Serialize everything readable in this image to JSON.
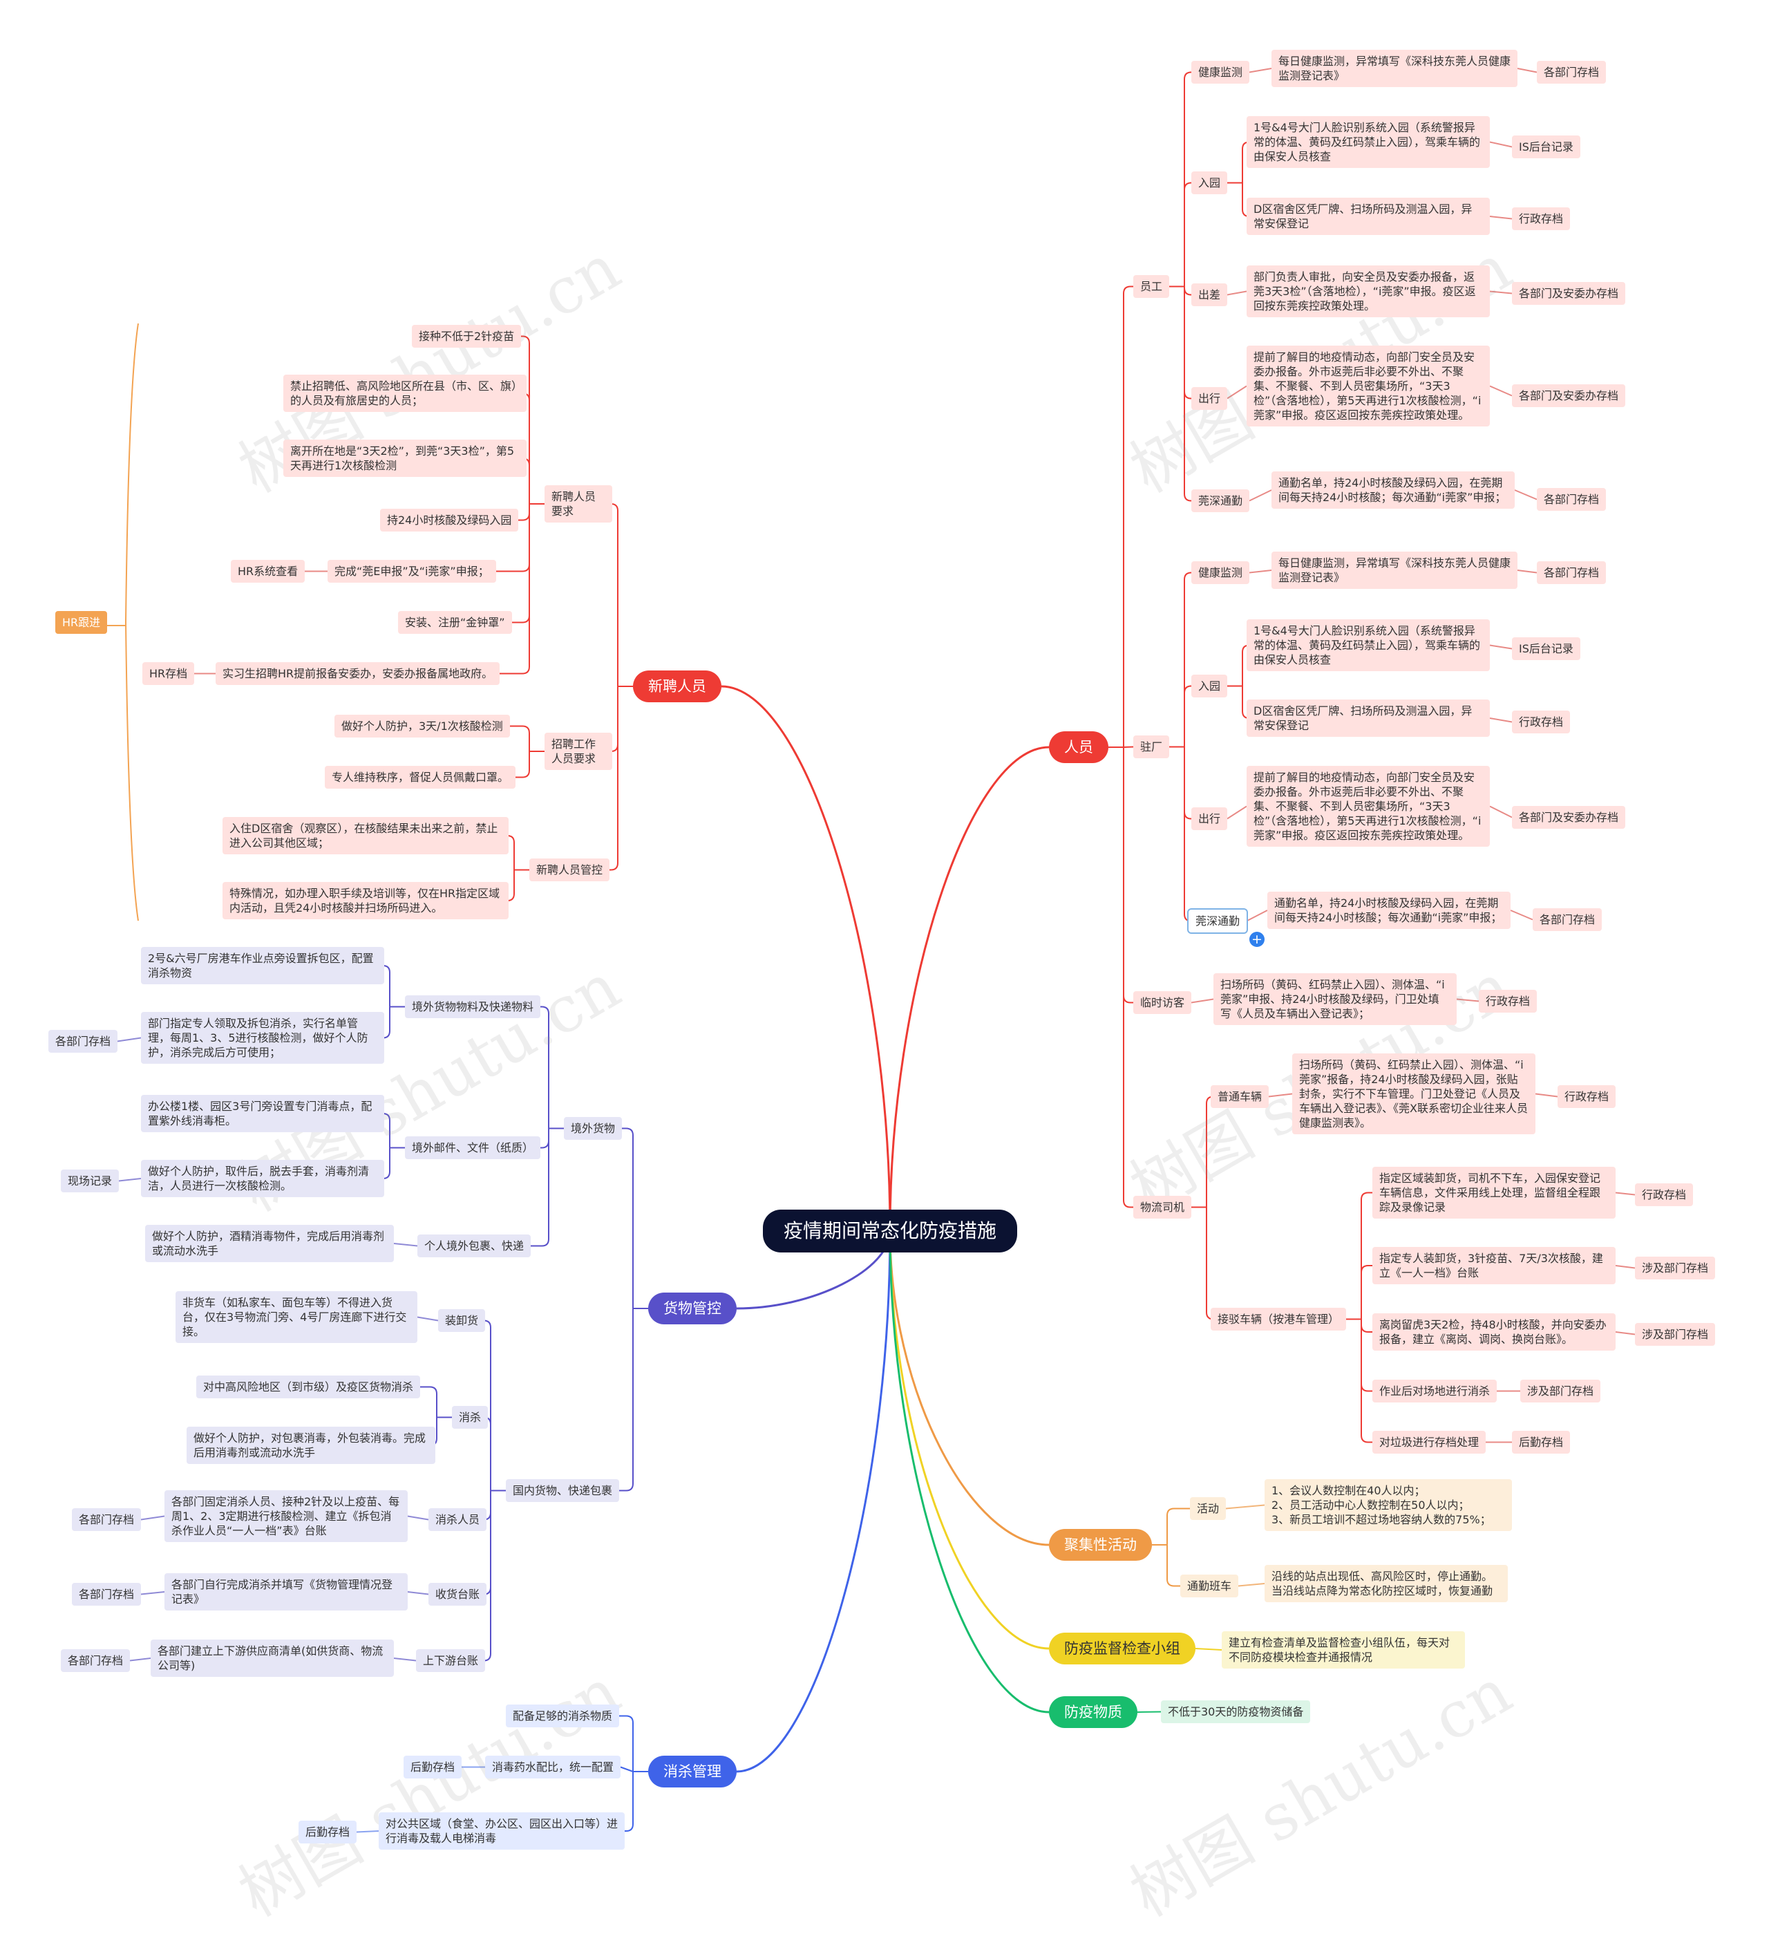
{
  "root": "疫情期间常态化防疫措施",
  "branches": {
    "people": "人员",
    "newhire": "新聘人员",
    "goods": "货物管控",
    "disinfect": "消杀管理",
    "gathering": "聚集性活动",
    "supervise": "防疫监督检查小组",
    "supplies": "防疫物质"
  },
  "people": {
    "staff": "员工",
    "resident": "驻厂",
    "visitor": "临时访客",
    "driver": "物流司机",
    "health": "健康监测",
    "entry": "入园",
    "trip": "出差",
    "travel": "出行",
    "commute": "莞深通勤",
    "health_text": "每日健康监测，异常填写《深科技东莞人员健康监测登记表》",
    "health_rec": "各部门存档",
    "entry1_text": "1号&4号大门人脸识别系统入园（系统警报异常的体温、黄码及红码禁止入园），驾乘车辆的由保安人员核查",
    "entry1_rec": "IS后台记录",
    "entry2_text": "D区宿舍区凭厂牌、扫场所码及测温入园，异常安保登记",
    "entry2_text_r": "D区宿舍区凭厂牌、扫场所码及测温入园，异常安保登记",
    "entry2_rec": "行政存档",
    "trip_text": "部门负责人审批，向安全员及安委办报备，返莞3天3检”（含落地检），“i莞家”申报。疫区返回按东莞疾控政策处理。",
    "trip_rec": "各部门及安委办存档",
    "travel_text": "提前了解目的地疫情动态，向部门安全员及安委办报备。外市返莞后非必要不外出、不聚集、不聚餐、不到人员密集场所，“3天3检”（含落地检），第5天再进行1次核酸检测，“i莞家”申报。疫区返回按东莞疾控政策处理。",
    "travel_rec": "各部门及安委办存档",
    "commute_text": "通勤名单，持24小时核酸及绿码入园，在莞期间每天持24小时核酸；每次通勤“i莞家”申报；",
    "commute_text_r": "通勤名单，持24小时核酸及绿码入园，在莞期间每天持24小时核酸；每次通勤“i莞家”申报；",
    "commute_rec": "各部门存档",
    "visitor_text": "扫场所码（黄码、红码禁止入园）、测体温、“i莞家”申报、持24小时核酸及绿码，门卫处填写《人员及车辆出入登记表》；",
    "visitor_rec": "行政存档",
    "normal_car": "普通车辆",
    "normal_car_text": "扫场所码（黄码、红码禁止入园）、测体温、“i莞家”报备，持24小时核酸及绿码入园，张贴封条，实行不下车管理。门卫处登记《人员及车辆出入登记表》、《莞X联系密切企业往来人员健康监测表》。",
    "normal_car_rec": "行政存档",
    "hk_car": "接驳车辆（按港车管理）",
    "hk1": "指定区域装卸货，司机不下车，入园保安登记车辆信息，文件采用线上处理，监督组全程跟踪及录像记录",
    "hk1_rec": "行政存档",
    "hk2": "指定专人装卸货，3针疫苗、7天/3次核酸，建立《一人一档》台账",
    "hk2_rec": "涉及部门存档",
    "hk3": "离岗留虎3天2检，持48小时核酸，并向安委办报备，建立《离岗、调岗、换岗台账》。",
    "hk3_rec": "涉及部门存档",
    "hk4": "作业后对场地进行消杀",
    "hk4_rec": "涉及部门存档",
    "hk5": "对垃圾进行存档处理",
    "hk5_rec": "后勤存档"
  },
  "newhire": {
    "req": "新聘人员要求",
    "r1": "接种不低于2针疫苗",
    "r2": "禁止招聘低、高风险地区所在县（市、区、旗）的人员及有旅居史的人员；",
    "r3": "离开所在地是“3天2检”，到莞“3天3检”，第5天再进行1次核酸检测",
    "r4": "持24小时核酸及绿码入园",
    "r5": "完成“莞E申报”及“i莞家”申报；",
    "r5_rec": "HR系统查看",
    "r6": "安装、注册“金钟罩”",
    "r7": "实习生招聘HR提前报备安委办，安委办报备属地政府。",
    "r7_rec": "HR存档",
    "hr_follow": "HR跟进",
    "work": "招聘工作人员要求",
    "w1": "做好个人防护，3天/1次核酸检测",
    "w2": "专人维持秩序，督促人员佩戴口罩。",
    "mgmt": "新聘人员管控",
    "m1": "入住D区宿舍（观察区），在核酸结果未出来之前，禁止进入公司其他区域；",
    "m2": "特殊情况，如办理入职手续及培训等，仅在HR指定区域内活动，且凭24小时核酸并扫场所码进入。"
  },
  "goods": {
    "abroad": "境外货物",
    "a1": "境外货物物料及快递物料",
    "a1_1": "2号&六号厂房港车作业点旁设置拆包区，配置消杀物资",
    "a1_2": "部门指定专人领取及拆包消杀，实行名单管理，每周1、3、5进行核酸检测，做好个人防护，消杀完成后方可使用；",
    "a1_2_rec": "各部门存档",
    "a2": "境外邮件、文件（纸质）",
    "a2_1": "办公楼1楼、园区3号门旁设置专门消毒点，配置紫外线消毒柜。",
    "a2_2": "做好个人防护，取件后，脱去手套，消毒剂清洁，人员进行一次核酸检测。",
    "a2_2_rec": "现场记录",
    "a3": "个人境外包裹、快递",
    "a3_1": "做好个人防护，酒精消毒物件，完成后用消毒剂或流动水洗手",
    "domestic": "国内货物、快递包裹",
    "d1": "装卸货",
    "d1_1": "非货车（如私家车、面包车等）不得进入货台，仅在3号物流门旁、4号厂房连廊下进行交接。",
    "d2": "消杀",
    "d2_1": "对中高风险地区（到市级）及疫区货物消杀",
    "d2_2": "做好个人防护，对包裹消毒，外包装消毒。完成后用消毒剂或流动水洗手",
    "d3": "消杀人员",
    "d3_1": "各部门固定消杀人员、接种2针及以上疫苗、每周1、2、3定期进行核酸检测、建立《拆包消杀作业人员“一人一档”表》台账",
    "d3_rec": "各部门存档",
    "d4": "收货台账",
    "d4_1": "各部门自行完成消杀并填写《货物管理情况登记表》",
    "d4_rec": "各部门存档",
    "d5": "上下游台账",
    "d5_1": "各部门建立上下游供应商清单(如供货商、物流公司等)",
    "d5_rec": "各部门存档"
  },
  "disinfect": {
    "s1": "配备足够的消杀物质",
    "s2": "消毒药水配比，统一配置",
    "s2_rec": "后勤存档",
    "s3": "对公共区域（食堂、办公区、园区出入口等）进行消毒及载人电梯消毒",
    "s3_rec": "后勤存档"
  },
  "gathering": {
    "activity": "活动",
    "activity_text": "1、会议人数控制在40人以内；\n2、员工活动中心人数控制在50人以内；\n3、新员工培训不超过场地容纳人数的75%；",
    "bus": "通勤班车",
    "bus_text": "沿线的站点出现低、高风险区时，停止通勤。当沿线站点降为常态化防控区域时，恢复通勤"
  },
  "supervise_text": "建立有检查清单及监督检查小组队伍，每天对不同防疫模块检查并通报情况",
  "supplies_text": "不低于30天的防疫物资储备",
  "watermark": "树图 shutu.cn",
  "colors": {
    "people": "#ee3b34",
    "goods": "#5850c9",
    "disinfect": "#3f63e9",
    "gathering": "#ef9a46",
    "supervise": "#f0d224",
    "supplies": "#18bd6d"
  }
}
